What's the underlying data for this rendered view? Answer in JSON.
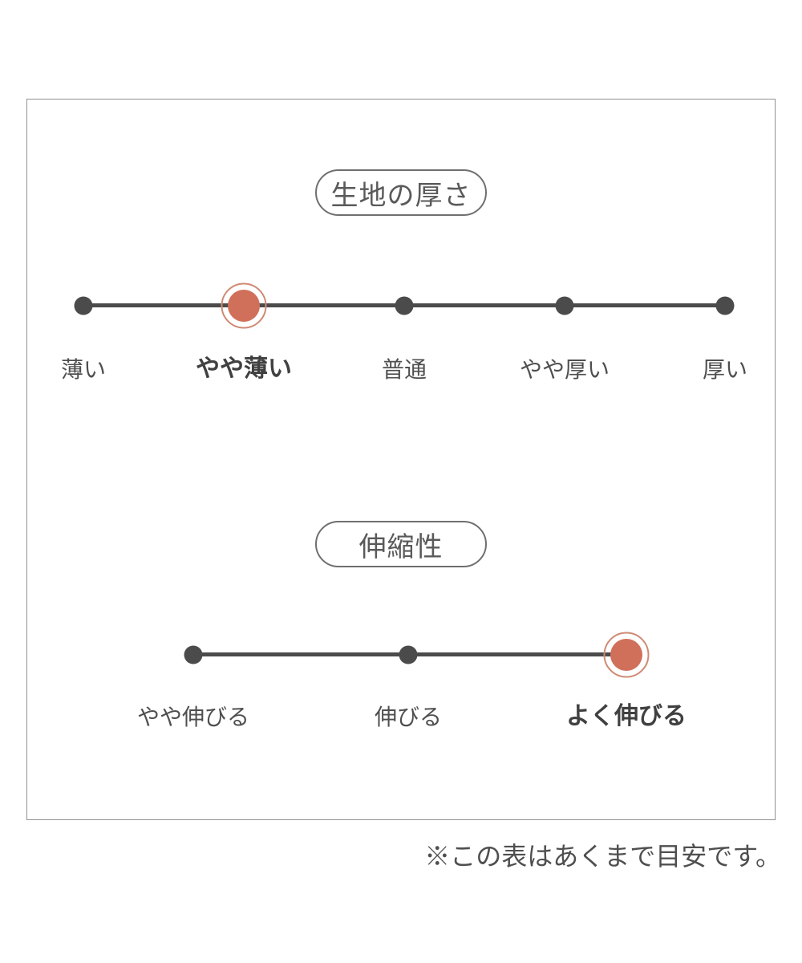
{
  "page": {
    "footnote": "※この表はあくまで目安です。"
  },
  "colors": {
    "background": "#ffffff",
    "accent": "#d1705a",
    "accent_ring": "#d08a74",
    "track": "#4b4b4b",
    "label_text": "#4f4f4f",
    "label_text_selected": "#404040",
    "title_text": "#5a5a5a",
    "pill_border": "#6f6f6f",
    "panel_border": "#929292"
  },
  "chart_data": [
    {
      "type": "scale",
      "title": "生地の厚さ",
      "categories": [
        "薄い",
        "やや薄い",
        "普通",
        "やや厚い",
        "厚い"
      ],
      "num_levels": 5,
      "selected_index": 1,
      "selected_label": "やや薄い",
      "legend_position": "none",
      "grid": false
    },
    {
      "type": "scale",
      "title": "伸縮性",
      "categories": [
        "やや伸びる",
        "伸びる",
        "よく伸びる"
      ],
      "num_levels": 3,
      "selected_index": 2,
      "selected_label": "よく伸びる",
      "legend_position": "none",
      "grid": false
    }
  ]
}
